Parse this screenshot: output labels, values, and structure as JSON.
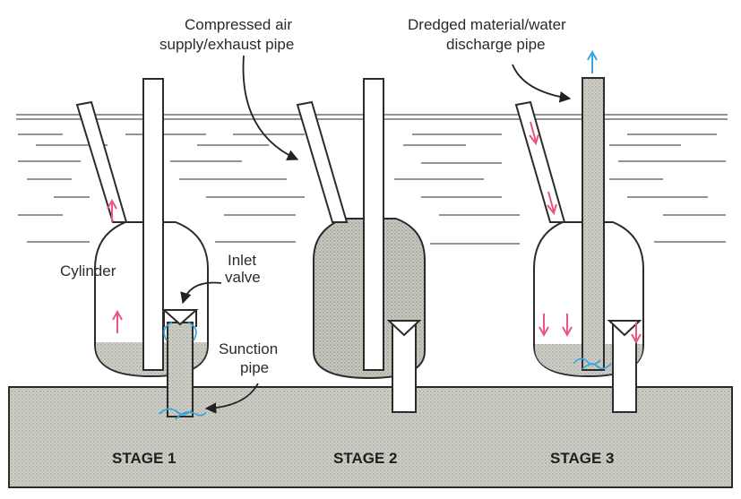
{
  "labels": {
    "compressed_air_line1": "Compressed air",
    "compressed_air_line2": "supply/exhaust pipe",
    "dredged_line1": "Dredged material/water",
    "dredged_line2": "discharge pipe",
    "cylinder": "Cylinder",
    "inlet_line1": "Inlet",
    "inlet_line2": "valve",
    "suction_line1": "Sunction",
    "suction_line2": "pipe"
  },
  "stages": [
    "STAGE 1",
    "STAGE 2",
    "STAGE 3"
  ],
  "colors": {
    "sediment": "#c9c9c2",
    "fill_stage2": "#c4c4bd",
    "air_arrow": "#e8577e",
    "water_arrow": "#3aa6d8",
    "outline": "#2b2b2b"
  },
  "icons": [
    "up-arrow-icon",
    "down-arrow-icon",
    "swirl-flow-icon",
    "curved-pointer-arrow-icon"
  ]
}
